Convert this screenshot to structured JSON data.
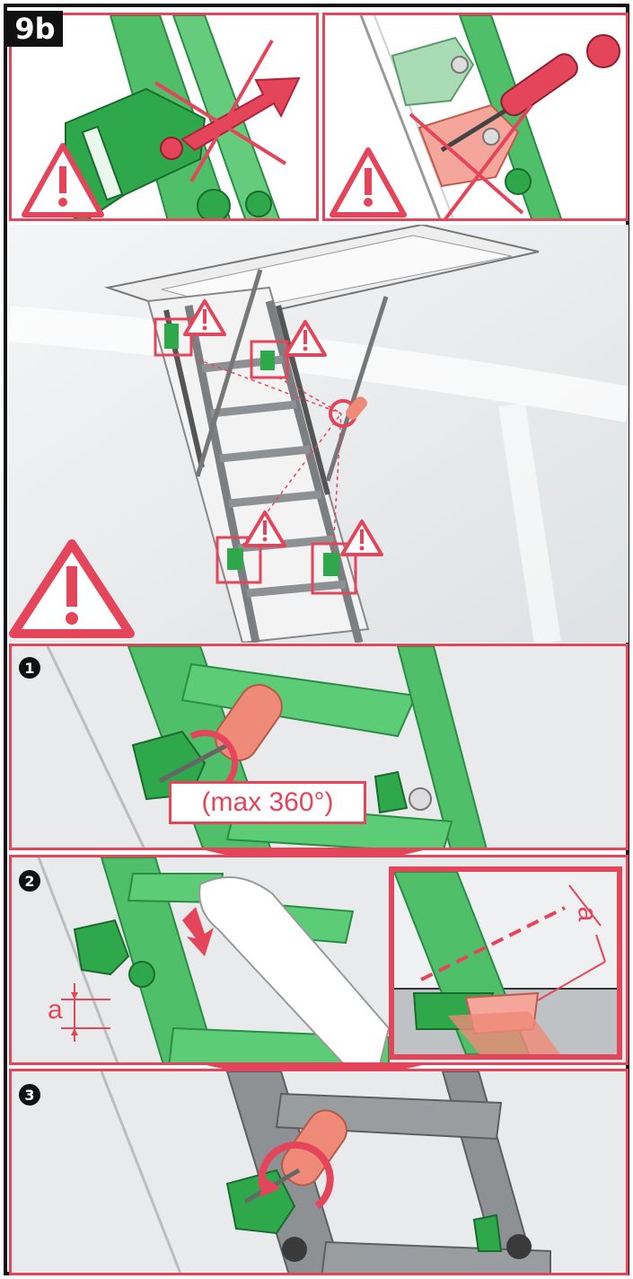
{
  "figure_label": "9b",
  "steps": [
    {
      "number": "1",
      "label": "(max 360°)"
    },
    {
      "number": "2",
      "dimension_label": "a",
      "detail_dimension_label": "a"
    },
    {
      "number": "3"
    }
  ],
  "colors": {
    "warning_red": "#e5455a",
    "ladder_green": "#4fbf6a",
    "bracket_green": "#2ea84a",
    "handle_salmon": "#f08a78",
    "metal_grey": "#8e9194",
    "wall_grey": "#e6e8ea"
  },
  "icons": [
    "warning-triangle-icon",
    "prohibited-cross-icon",
    "screwdriver-icon",
    "rotation-arrow-icon",
    "down-arrow-icon"
  ]
}
